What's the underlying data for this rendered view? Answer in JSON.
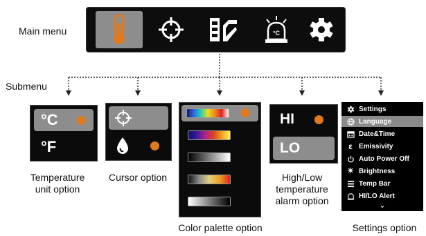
{
  "labels": {
    "main_menu": "Main menu",
    "submenu": "Submenu",
    "temp_unit_line1": "Temperature",
    "temp_unit_line2": "unit option",
    "cursor": "Cursor option",
    "palette": "Color palette option",
    "hilo_line1": "High/Low",
    "hilo_line2": "temperature",
    "hilo_line3": "alarm option",
    "settings": "Settings option"
  },
  "main_menu": {
    "items": [
      {
        "icon": "thermometer-icon",
        "selected": true
      },
      {
        "icon": "crosshair-icon",
        "selected": false
      },
      {
        "icon": "color-palette-icon",
        "selected": false
      },
      {
        "icon": "alarm-light-icon",
        "selected": false,
        "glyph": "°C"
      },
      {
        "icon": "gear-icon",
        "selected": false
      }
    ]
  },
  "temp_unit": {
    "options": [
      {
        "label": "°C",
        "selected": true
      },
      {
        "label": "°F",
        "selected": false
      }
    ]
  },
  "cursor": {
    "options": [
      {
        "icon": "crosshair-icon",
        "selected": true
      },
      {
        "icon": "drop-icon",
        "selected": false
      }
    ]
  },
  "palette": {
    "options": [
      {
        "name": "rainbow",
        "selected": true
      },
      {
        "name": "iron",
        "selected": false
      },
      {
        "name": "white-hot",
        "selected": false
      },
      {
        "name": "hot-metal",
        "selected": false
      },
      {
        "name": "black-hot",
        "selected": false
      }
    ]
  },
  "hilo": {
    "options": [
      {
        "label": "HI",
        "selected": false
      },
      {
        "label": "LO",
        "selected": true
      }
    ]
  },
  "settings_menu": {
    "title": "Settings",
    "items": [
      {
        "label": "Language",
        "icon": "globe-icon",
        "selected": true
      },
      {
        "label": "Date&Time",
        "icon": "calendar-icon",
        "selected": false
      },
      {
        "label": "Emissivity",
        "icon": "epsilon-icon",
        "glyph": "ε",
        "selected": false
      },
      {
        "label": "Auto Power Off",
        "icon": "power-icon",
        "glyph": "⏻",
        "selected": false
      },
      {
        "label": "Brightness",
        "icon": "brightness-icon",
        "glyph": "☀",
        "selected": false
      },
      {
        "label": "Temp Bar",
        "icon": "temp-bar-icon",
        "selected": false
      },
      {
        "label": "HI/LO Alert",
        "icon": "alert-icon",
        "selected": false
      }
    ],
    "more_glyph": "⌄"
  },
  "colors": {
    "accent_dot": "#e07a1f",
    "selected_bg": "#8d8d8d",
    "panel_bg": "#0b0b0b"
  }
}
